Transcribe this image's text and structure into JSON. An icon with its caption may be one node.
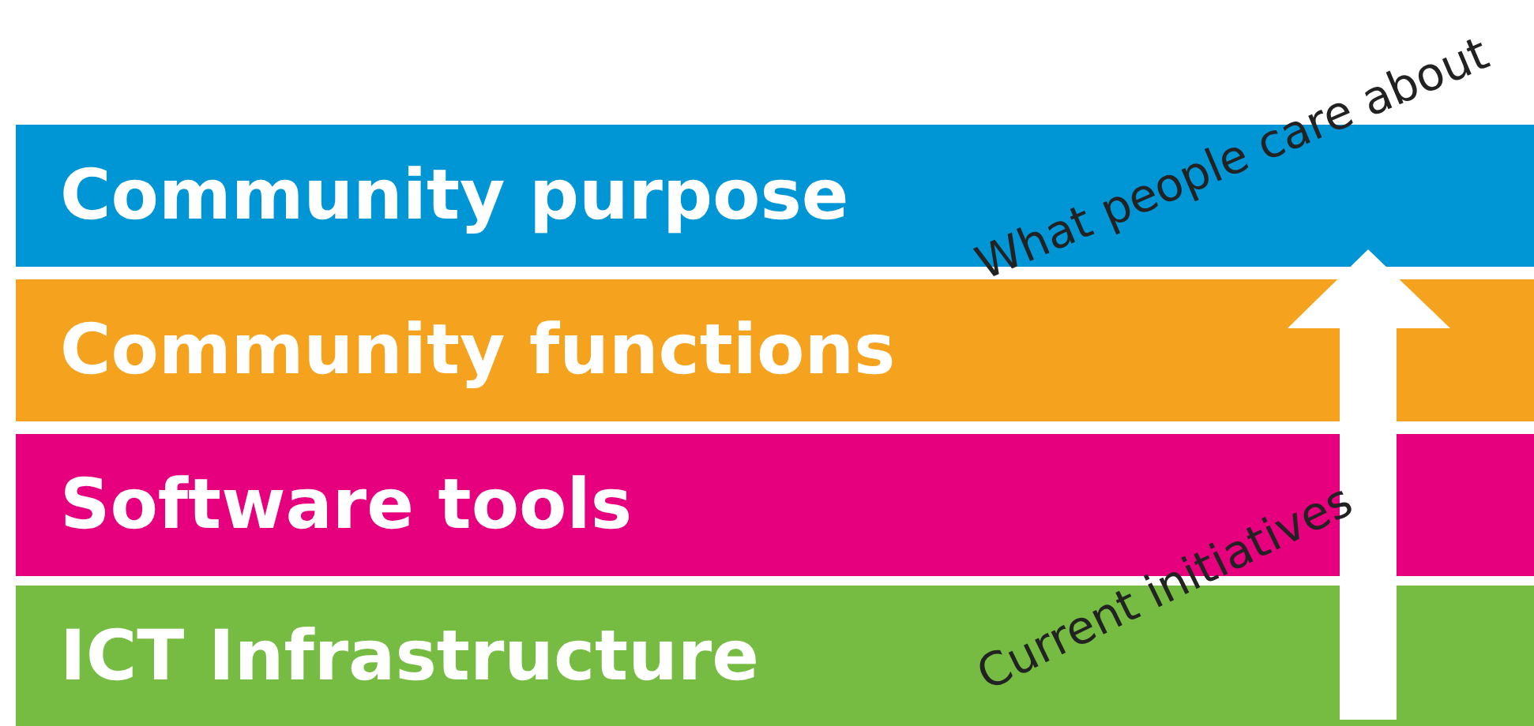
{
  "diagram": {
    "nodes": [
      {
        "text": [
          "Community purpose"
        ]
      },
      {
        "text": [
          "Community functions"
        ]
      },
      {
        "text": [
          "Software tools"
        ]
      },
      {
        "text": [
          "ICT Infrastructure"
        ]
      }
    ],
    "labels": [
      "What people care about",
      "Current initiatives"
    ]
  }
}
